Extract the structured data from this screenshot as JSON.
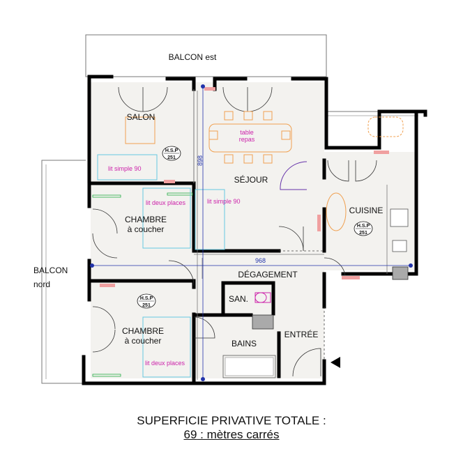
{
  "rooms": {
    "balcon_est": "BALCON est",
    "balcon_nord_1": "BALCON",
    "balcon_nord_2": "nord",
    "salon": "SALON",
    "sejour": "SÉJOUR",
    "cuisine": "CUISINE",
    "chambre1_1": "CHAMBRE",
    "chambre1_2": "à coucher",
    "chambre2_1": "CHAMBRE",
    "chambre2_2": "à coucher",
    "degagement": "DÉGAGEMENT",
    "san": "SAN.",
    "bains": "BAINS",
    "entree": "ENTRÉE"
  },
  "furniture": {
    "lit_simple_salon": "lit simple 90",
    "lit_simple_sejour": "lit simple 90",
    "lit_deux_places_1": "lit deux places",
    "lit_deux_places_2": "lit deux places",
    "table_1": "table",
    "table_2": "repas"
  },
  "dimensions": {
    "vertical": "898",
    "horizontal": "968"
  },
  "hsp": {
    "label": "H.S.P",
    "value": "251"
  },
  "footer": {
    "title": "SUPERFICIE PRIVATIVE TOTALE :",
    "area_number": "69",
    "area_unit": " :  mètres carrés"
  },
  "colors": {
    "floor": "#f3f2ef",
    "wall": "#000000",
    "furniture_magenta": "#cc22aa",
    "table_orange": "#f0a050",
    "bed_cyan": "#66c8e0",
    "window_pink": "#f0a0a0",
    "dimension_blue": "#2233aa",
    "door_purple": "#6633aa"
  }
}
